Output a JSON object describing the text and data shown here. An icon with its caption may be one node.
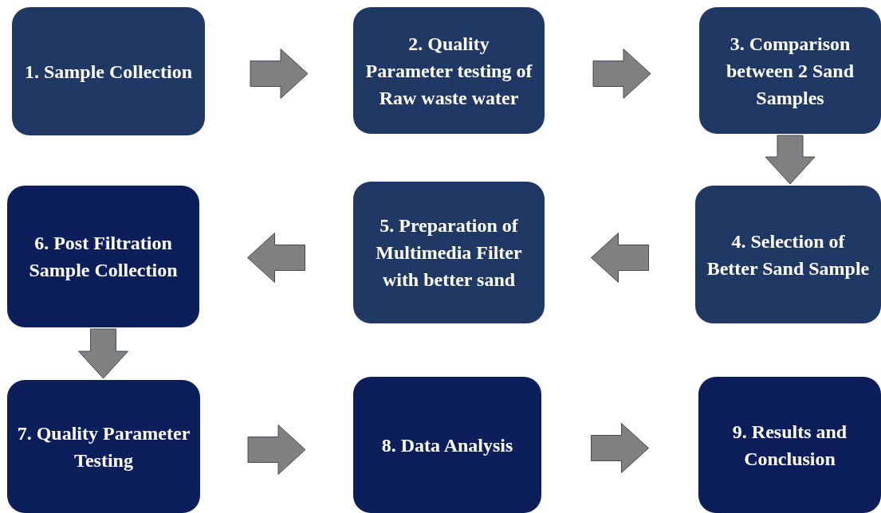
{
  "diagram": {
    "nodes": [
      {
        "text": [
          "1. Sample Collection"
        ]
      },
      {
        "text": [
          "2. Quality Parameter testing of Raw waste water"
        ]
      },
      {
        "text": [
          "3. Comparison between 2 Sand Samples"
        ]
      },
      {
        "text": [
          "4. Selection of Better Sand Sample"
        ]
      },
      {
        "text": [
          "5. Preparation of Multimedia Filter with better sand"
        ]
      },
      {
        "text": [
          "6. Post Filtration Sample Collection"
        ]
      },
      {
        "text": [
          "7. Quality Parameter Testing"
        ]
      },
      {
        "text": [
          "8. Data Analysis"
        ]
      },
      {
        "text": [
          "9. Results and Conclusion"
        ]
      }
    ],
    "edges": [
      {
        "from": 0,
        "to": 1,
        "arrow": "to"
      },
      {
        "from": 1,
        "to": 2,
        "arrow": "to"
      },
      {
        "from": 2,
        "to": 3,
        "arrow": "to"
      },
      {
        "from": 3,
        "to": 4,
        "arrow": "to"
      },
      {
        "from": 4,
        "to": 5,
        "arrow": "to"
      },
      {
        "from": 5,
        "to": 6,
        "arrow": "to"
      },
      {
        "from": 6,
        "to": 7,
        "arrow": "to"
      },
      {
        "from": 7,
        "to": 8,
        "arrow": "to"
      }
    ]
  }
}
